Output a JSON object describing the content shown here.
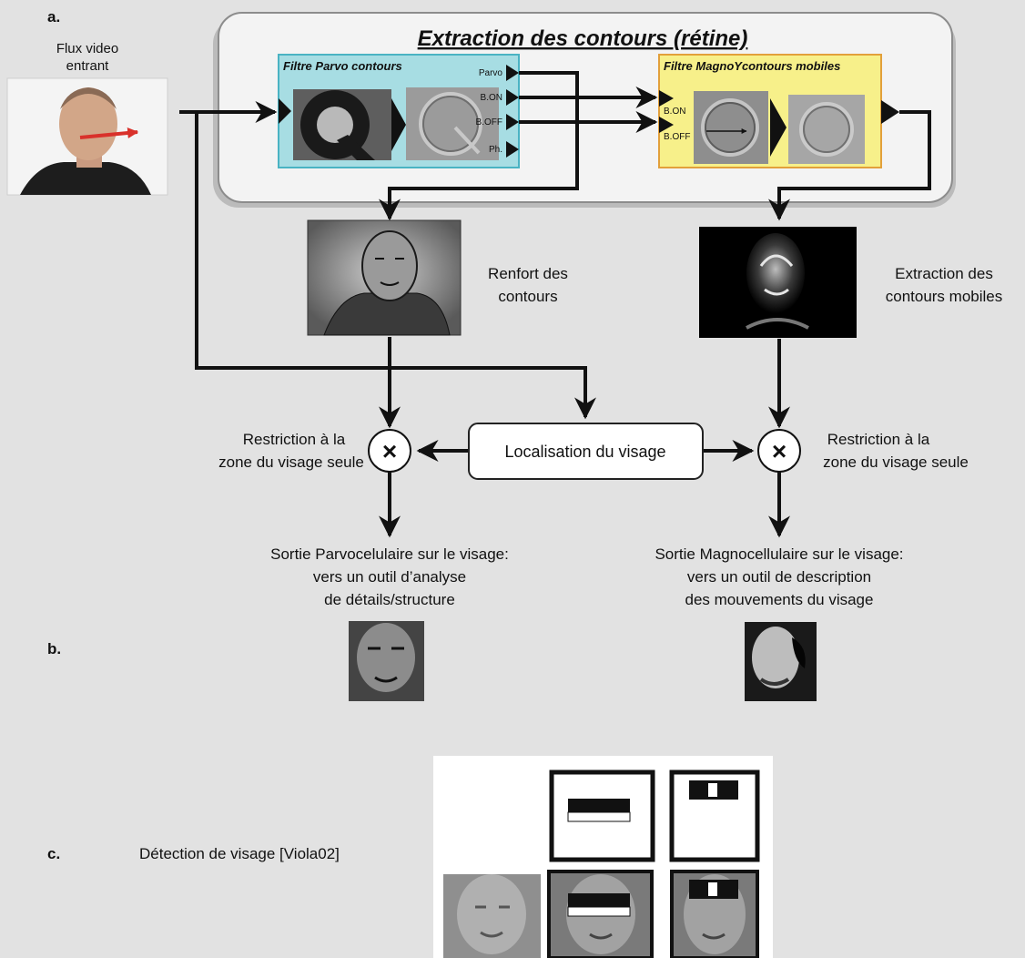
{
  "panels": {
    "a": "a.",
    "b": "b.",
    "c": "c."
  },
  "input": {
    "line1": "Flux video",
    "line2": "entrant"
  },
  "retina": {
    "title": "Extraction des contours (rétine)",
    "parvo_filter": {
      "title": "Filtre Parvo contours",
      "outputs": [
        "Parvo",
        "B.ON",
        "B.OFF",
        "Ph."
      ]
    },
    "magno_filter": {
      "title": "Filtre MagnoYcontours mobiles",
      "inputs": [
        "B.ON",
        "B.OFF"
      ]
    }
  },
  "parvo_result": {
    "line1": "Renfort des",
    "line2": "contours"
  },
  "magno_result": {
    "line1": "Extraction des",
    "line2": "contours mobiles"
  },
  "localisation": "Localisation du visage",
  "multiply_symbol": "×",
  "restriction_left": {
    "line1": "Restriction à la",
    "line2": "zone du visage seule"
  },
  "restriction_right": {
    "line1": "Restriction à la",
    "line2": "zone du visage seule"
  },
  "output_parvo": {
    "line1": "Sortie Parvocelulaire sur le visage:",
    "line2": "vers un outil d’analyse",
    "line3": "de détails/structure"
  },
  "output_magno": {
    "line1": "Sortie Magnocellulaire sur le visage:",
    "line2": "vers un outil de description",
    "line3": "des mouvements du visage"
  },
  "detection": "Détection de visage [Viola02]",
  "colors": {
    "background": "#e2e2e2",
    "retina_box": "#f3f3f3",
    "parvo_box": "#a7dde3",
    "magno_box": "#f7f08a",
    "magno_border": "#e2a03a",
    "arrow": "#111111",
    "motion_arrow": "#d9312b"
  }
}
